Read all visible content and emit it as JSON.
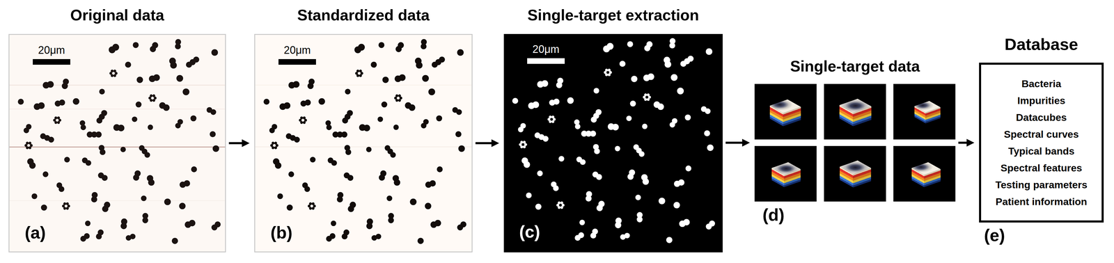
{
  "diagram": {
    "nodes": [
      {
        "text": [
          "Original data",
          "20μm",
          "(a)"
        ]
      },
      {
        "text": [
          "Standardized data",
          "20μm",
          "(b)"
        ]
      },
      {
        "text": [
          "Single-target extraction",
          "20μm",
          "(c)"
        ]
      },
      {
        "text": [
          "Single-target data",
          "(d)"
        ]
      },
      {
        "text": [
          "Database",
          "Bacteria",
          "Impurities",
          "Datacubes",
          "Spectral curves",
          "Typical bands",
          "Spectral features",
          "Testing parameters",
          "Patient information",
          "(e)"
        ]
      }
    ],
    "edges": [
      {
        "from": 0,
        "to": 1,
        "arrow": "to"
      },
      {
        "from": 1,
        "to": 2,
        "arrow": "to"
      },
      {
        "from": 2,
        "to": 3,
        "arrow": "to"
      },
      {
        "from": 3,
        "to": 4,
        "arrow": "to"
      }
    ]
  }
}
